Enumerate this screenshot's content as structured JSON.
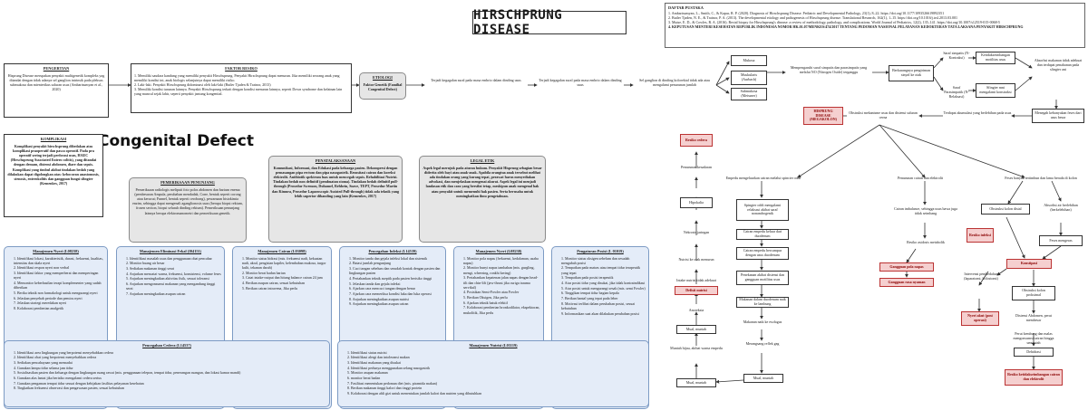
{
  "title": "HIRSCHPRUNG DISEASE",
  "overlay_label": "Congenital Defect",
  "references": {
    "heading": "DAFTAR PUSTAKA",
    "items": [
      "1. Ambartsumyan, L., Smith, C., & Kapur, R. P. (2020). Diagnosis of Hirschsprung Disease. Pediatric and Developmental Pathology, 23(1), 8–22. https://doi.org/10.1177/1093526619892351",
      "2. Butler Tjaden, N. E., & Trainor, P. A. (2013). The developmental etiology and pathogenesis of Hirschsprung disease. Translational Research, 162(1), 1–15. https://doi.org/10.1016/j.trsl.2013.03.001",
      "3. Muise, E. D., & Cowles, R. A. (2016). Rectal biopsy for Hirschsprung's disease: a review of methodology, pathology, and complications. World Journal of Pediatrics, 12(2), 135–141. https://doi.org/10.1007/s12519-015-0068-5",
      "4. KEPUTUSAN MENTERI KESEHATAN REPUBLIK INDONESIA NOMOR HK.01.07/MENKES/474/2017 TENTANG PEDOMAN NASIONAL PELAYANAN KEDOKTERAN TATA LAKSANA PENYAKIT HIRSCHPRUNG"
    ]
  },
  "pengertian": {
    "heading": "PENGERTIAN",
    "text": "Hisprung Disease merupakan penyakit multigenetik kompleks yag ditandai dengan tidak adanya sel ganglion intrinsik pada pleksus submukosa dan mienterikus saluran usus (Ambartsumyan et al., 2020)"
  },
  "faktor_resiko": {
    "heading": "FAKTOR RESIKO",
    "items": [
      "1. Memiliki saudara kandung yang memiliki penyakit Hirschsprung. Penyakit Hirschsprung dapat menurun. Jika memiliki seorang anak yang memiliki kondisi ini, anak biologis selanjutnya dapat memiliki risiko.",
      "2. Laki-laki. Penyakit Hirschsprung didominasi oleh laki-laki (Butler Tjaden & Trainor, 2013)",
      "3. Memiliki kondisi turunan lainnya. Penyakit Hirschsprung terkait dengan kondisi menurun lainnya, seperti Down syndrome dan kelainan lain yang muncul sejak lahir, seperti penyakit jantung kongenital."
    ]
  },
  "etiologi": {
    "heading": "ETIOLOGI",
    "text": "Faktor Genetik (Familial Congenital Defect)"
  },
  "komplikasi": {
    "heading": "KOMPLIKASI",
    "text": "Komplikasi penyakit hirschsprung dibedakan atas komplikasi praoperatif dan pasca operatif. Pada pra operatif sering terjadi perforasi usus, HAEC (Hirschsprung Associated Entero colitis), yang ditandai dengan demam, distensi abdomen, diare dan sepsis. Komplikasi yang timbul akibat tindakan bedah yang dilakukan dapat digolongkan atas: kebocoran anastomosis, stenosis, enterokolitis dan gangguan fungsi sfingter (Kemenkes, 2017)"
  },
  "pemeriksaan": {
    "heading": "PEMERIKSAAN PENUNJANG",
    "text": "Pemeriksaan radiologis meliputi foto polos abdomen dan barium enema (pembesaran Ampula, perubahan mendadak, Cone, bentuk seperti corong atau kerucut; Funnel, bentuk seperti cerobong), pewarnaan histokimia enzim, sehingga dapat mengenali aganglionosis usus (berupa biopsi rektum, frozen section, biopsi seluruh dinding rektum). Pemeriksaan penunjang lainnya berupa elektromanometri dan pemeriksaan genetik."
  },
  "penatalaksanaan": {
    "heading": "PENATALAKSANAAN",
    "text": "Komunikasi, Informasi, dan Edukasi pada keluarga pasien. Dekompresi dengan pemasangan pipa rectum dan pipa nasogastrik. Resusitasi cairan dan koreksi elektrolit. Antibiotik spektrum luas untuk mencegah sepsis. Rehabilitasi Nutrisi. Tindakan bedah non definitif (pembuatan stoma). Tindakan bedah definitif pull-through (Prosedur Swenson, Duhamel, Rehbein, Soave, TEPT, Prosedur Martin dan Kimura, Prosedur Laparoscopic Assisted Pull-through) tidak ada teknik yang lebih superior dibanding yang lain (Kemenkes, 2017)"
  },
  "legal_etik": {
    "heading": "LEGAL ETIK",
    "text": "Aspek legal merujuk pada aturan hukum. Penyakit Hisprung sebagian besar diderita oleh bayi atau anak-anak. Apabila orangtua anak tersebut melihat ada tindakan orang yang kurang tepat, perawat harus menyediakan advokasi, dan menjelaskan mengenai akurat. Aspek legal ini menjadi landasan etik dan cara yang bersifat tetap, meskipun anak mengenal hak atau penyakit untuk memenuhi hak pasien. Serta berusaha untuk meningkatkan ilmu pengetahuan."
  },
  "interventions": [
    {
      "heading": "Manajemen Nyeri (I.08238)",
      "items": [
        "Identifikasi lokasi, karakteristik, durasi, frekuensi, kualitas, intensitas dan skala nyeri",
        "Identifikasi respon nyeri non verbal",
        "Identifikasi faktor yang memperberat dan memperingan nyeri",
        "Memonitor keberhasilan terapi komplementer yang sudah diberikan",
        "Berika teknik non farmakologi untuk mengurangi nyeri",
        "Jelaskan penyebab periode dan pemicu nyeri",
        "Jelaskan strategi meredakan nyeri",
        "Kolaborasi pemberian analgetik"
      ]
    },
    {
      "heading": "Manajemen Eliminasi Fekal (I04151)",
      "items": [
        "Identifikasi masalah usus dan penggunaan obat pencahar",
        "Monitor buang air besar",
        "Sediakan makanan tinggi serat",
        "Anjurkan mencatat warna, frekuensi, konsistensi, volume feses",
        "Anjurkan meningkatkan aktivitas fisik, sesuai toleransi",
        "Anjurkan mengonsumsi makanan yang mengandung tinggi serat",
        "Anjurkan meningkatkan asupan cairan"
      ]
    },
    {
      "heading": "Manajemen Cairan (I.03098)",
      "items": [
        "Monitor status hidrasi (mis. frekuensi nadi, kekuatan nadi, akral, pengisian kapiler, kelembaban mukosa, turgor kulit, tekanan darah)",
        "Monitor berat badan harian",
        "Catat intake-output dan hitung balance cairan 24 jam",
        "Berikan asupan cairan, sesuai kebutuhan",
        "Berikan cairan intravena, Jika perlu"
      ]
    },
    {
      "heading": "Pencegahan Infeksi (I.14539)",
      "items": [
        "Monitor tanda dan gejala infeksi lokal dan sistemik",
        "Batasi jumlah pengunjung",
        "Cuci tangan sebelum dan sesudah kontak dengan pasien dan lingkungan pasien",
        "Pertahankan teknik aseptik pada pasien berisiko tinggi",
        "Jelaskan tanda dan gejala infeksi",
        "Ajarkan cara mencuci tangan dengan benar",
        "Ajarkan cara memeriksa kondisi luka dan luka operasi",
        "Anjurkan meningkatkan asupan nutrisi",
        "Anjurkan meningkatkan asupan cairan"
      ]
    },
    {
      "heading": "Manajemen Nyeri (I.08238)",
      "items": [
        "Monitor pola napas (frekuensi, kedalaman, usaha napas)",
        "Monitor bunyi napas tambahan (mis. gurgling, mengi, wheezing, ronkhi kering)",
        "Pertahankan kepatenan jalan napas dengan head-tilt dan chin-lift (jaw-thrust jika curiga trauma servikal)",
        "Posisikan Semi-Fowler atau Fowler",
        "Berikan Oksigen, Jika perlu",
        "Ajarkan teknik batuk efektif",
        "Kolaborasi pemberian bronkodilator, ekspektoran, mukolitik, Jika perlu"
      ]
    },
    {
      "heading": "Pengaturan Posisi (I. 01019)",
      "items": [
        "Monitor status oksigen sebelum dan sesudah mengubah posisi",
        "Tempatkan pada matras atau tempat tidur terapeutik yang tepat",
        "Tempatkan pada posisi terapeutik",
        "Atur posisi tidur yang disukai, jika tidak kontraindikasi",
        "Atur posisi untuk mengurangi sesak (mis. semi Fowler)",
        "Tinggikan tempat tidur bagian kepala",
        "Berikan bantal yang tepat pada leher",
        "Motivasi terlibat dalam perubahan posisi, sesuai kebutuhan",
        "Informasikan saat akan dilakukan perubahan posisi"
      ]
    }
  ],
  "pencegahan_cedera": {
    "heading": "Pencegahan Cedera (I.14537)",
    "items": [
      "Identifikasi area lingkungan yang berpotensi menyebabkan cedera",
      "Identifikasi obat yang berpotensi menyebabkan cedera",
      "Sediakan pencahayaan yang memadai",
      "Gunakan lampu tidur selama jam tidur",
      "Sosialisasikan pasien dan keluarga dengan lingkungan ruang rawat (mis. penggunaan telepon, tempat tidur, penerangan ruangan, dan lokasi kamar mandi)",
      "Gunakan alas lantai jika berisiko mengalami cedera serius",
      "Gunakan pengaman tempat tidur sesuai dengan kebijakan fasilitas pelayanan kesehatan",
      "Tingkatkan frekuensi observasi dan pengawasan pasien, sesuai kebutuhan"
    ]
  },
  "manajemen_nutrisi": {
    "heading": "Manajemen Nutrisi (I.03119)",
    "items": [
      "Identifikasi status nutrisi",
      "Identifikasi alergi dan intoleransi makan",
      "Identifikasi makanan yang disukai",
      "Identifikasi perlunya menggunakan selang nasogastrik",
      "Monitor asupan makanan",
      "monitor berat badan",
      "Fasilitasi menentukan pedoman diet (mis. piramida makan)",
      "Berikan makanan tinggi kalori dan tinggi protein",
      "Kolaborasi dengan ahli gizi untuk menentukan jumlah kalori dan nutrien yang dibutuhkan"
    ]
  },
  "pathway": {
    "terjadi_1": "Terjadi kegagalan sural pada masa embrio dalam dinding usus",
    "terjadi_2": "Terjadi kegagalan sural pada masa embrio dalam dinding usus",
    "sel_ganglion": "Sel ganglion di dinding kolorektal tidak ada atau mengalami penurunan jumlah",
    "mukosa": "Mukosa",
    "muskularis": "Muskularis (Aurbach)",
    "submukosa": "Submukosa (Meissner)",
    "mempengaruhi": "Mempengaruhi saraf simpatis dan parasimpatis yang melalui NO (Nitrogen Oxide) terganggu",
    "berkurangnya": "Berkurangnya pengiriman sinyal ke otak",
    "saraf_simpatis": "Saraf simpatis (N-Kontraksi)",
    "saraf_para": "Saraf Parasimpatik (N-Relaksasi)",
    "ketidakseimbangan": "Ketidakseimbangan motilitas usus",
    "sfingter": "Sfingter mni mengalami konstraksi",
    "absorbsi_air": "Absorbsi makanan tidak adekuat dan terdapat penahanan pada sfingter ani",
    "menegah": "Menegah kebanyakan feses dari usus besar",
    "terdapat_akumulasi": "Terdapat akumulasi yang berlebihan pada usus",
    "obstruksi_mekanis": "Obstruksi mekanisme usus dan distensi saluran cerna",
    "megakolon": "HISPRUNG DISEASE (MEGAKOLON)",
    "empedu": "Empedu mengeluarkan cairan melalui spincter oddi",
    "penurunan_cairan": "Penurunan cairan dan elektrolit",
    "feses_banyak": "Feses banyak tertimbun dan lama berada di kolon",
    "spingter_oddi": "Spingter oddi mengalami relaksasi akibat saraf nonandrogenik",
    "cairan_empedu_keluar": "Cairan empedu keluar dari duodenum",
    "cairan_empedu_campur": "Cairan empedu bercampur dengan usus duodenum",
    "penekanan": "Penekanan akibat distensi dan gangguan motilitas usus",
    "makanan_duodenum": "Makanan dalam duodenum naik ke lambung",
    "makanan_esofagus": "Makanan naik ke esofagus",
    "merangsang": "Merangsang reflek gag",
    "mual_muntah_1": "Mual, muntah",
    "cairan_imbalance": "Cairan imbalance, sehingga usus bawa juga tidak seimbang",
    "resiko_asidosis": "Resiko asidosis metabolik",
    "gangguan_pola_napas": "Gangguan pola napas",
    "gangguan_rasa_nyaman": "Gangguan rasa nyaman",
    "obstruksi_kolon": "Obstruksi kolon distal",
    "absorbsi_air_berlebih": "Absorbsi air berlebihan (berkelebihan)",
    "feses_mengeras": "Feses mengeras",
    "konstipasi": "Konstipasi",
    "resiko_infeksi": "Resiko infeksi",
    "intervensi": "Intervensi pembedahan (laparatomi, kolostomi)",
    "obstruksi_kolon_proksimal": "Obstruksi kolon proksimal",
    "distensi_abdomen": "Distensi Abdomen, perut membesar",
    "nyeri_akut": "Nyeri akut (post operasi)",
    "perut_kembung": "Perut kembung dan malas mengonsumsi cairan hingga umumtah",
    "dehidrasi": "Dehidrasi",
    "resiko_ketidakseimbangan": "Resiko ketidakseimbangan cairan dan elektrolit",
    "resiko_cedera": "Resiko cedera",
    "penurunan_kesadaran": "Penurunan kesadaran",
    "hipokalia": "Hipokalia",
    "nekrosis": "Nekrosis jaringan",
    "nutrisi_menurun": "Nutrisi ke otak menurun",
    "intake_nutrisi": "Intake nutrisi tidak adekuat",
    "defisit_nutrisi": "Defisit nutrisi",
    "anoreksia": "Anoreksia",
    "mual_muntah_2": "Mual, muntah",
    "muntah_hijau": "Muntah hijau, akibat warna empedu",
    "mual_muntah_3": "Mual, muntah"
  }
}
